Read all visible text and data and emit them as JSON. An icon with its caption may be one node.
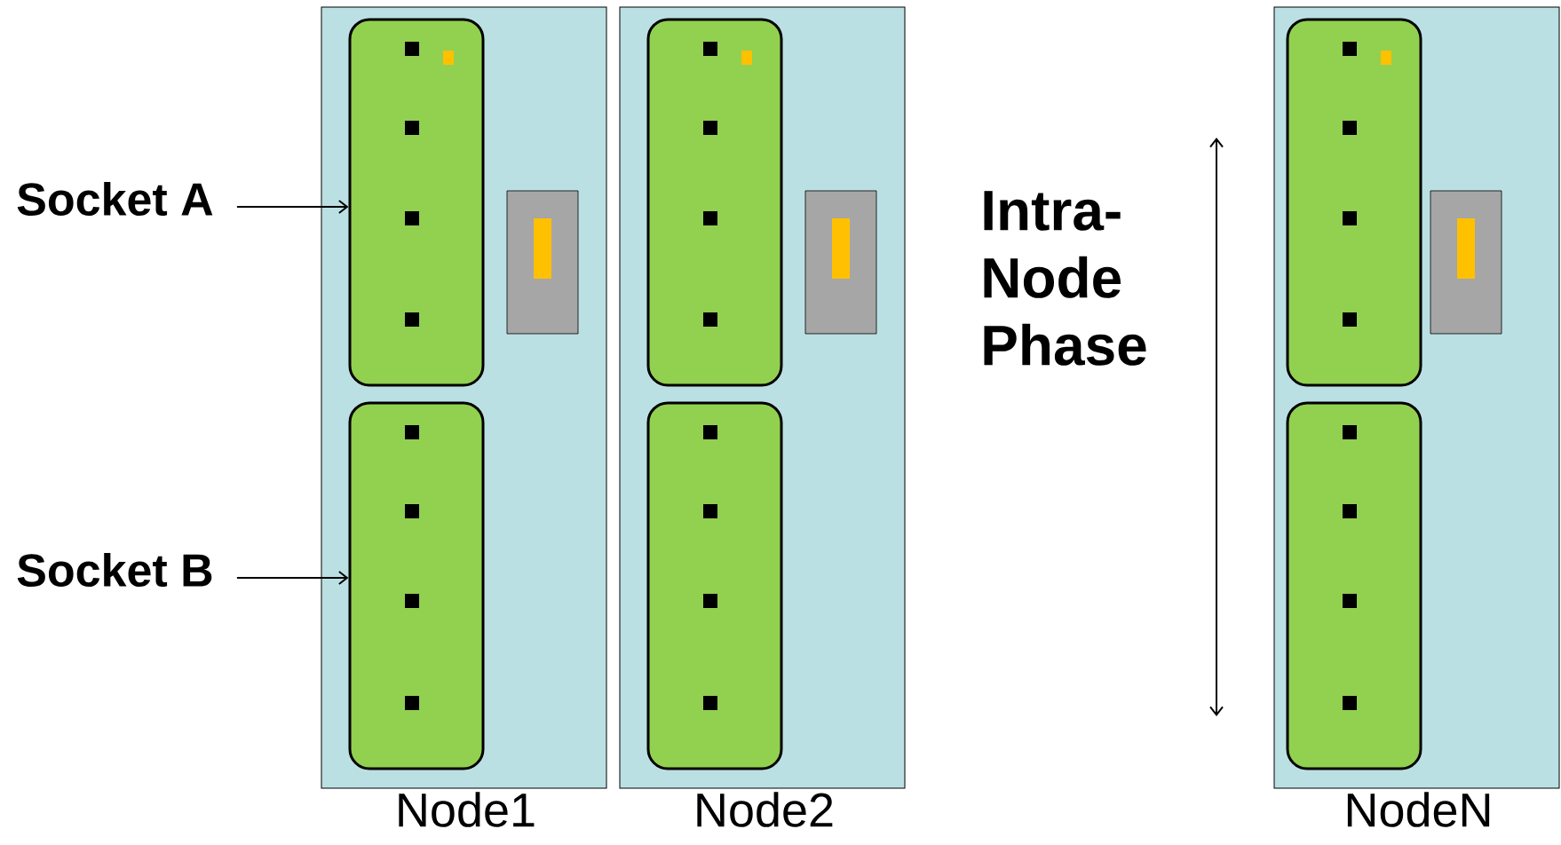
{
  "diagram": {
    "nodes": [
      {
        "text": [
          "Socket A"
        ]
      },
      {
        "text": [
          "Socket B"
        ]
      },
      {
        "text": [
          "Node1"
        ]
      },
      {
        "text": [],
        "shape": "box",
        "in": 2
      },
      {
        "text": [],
        "shape": "box",
        "in": 2
      },
      {
        "text": [
          "Node2"
        ]
      },
      {
        "text": [],
        "shape": "box",
        "in": 5
      },
      {
        "text": [],
        "shape": "box",
        "in": 5
      },
      {
        "text": [
          "NodeN"
        ]
      },
      {
        "text": [],
        "shape": "box",
        "in": 8
      },
      {
        "text": [],
        "shape": "box",
        "in": 8
      }
    ],
    "edges": [
      {
        "from": 0,
        "to": 3,
        "arrow": "to"
      },
      {
        "from": 1,
        "to": 4,
        "arrow": "to"
      }
    ],
    "labels": [
      "Intra-Node Phase"
    ]
  }
}
